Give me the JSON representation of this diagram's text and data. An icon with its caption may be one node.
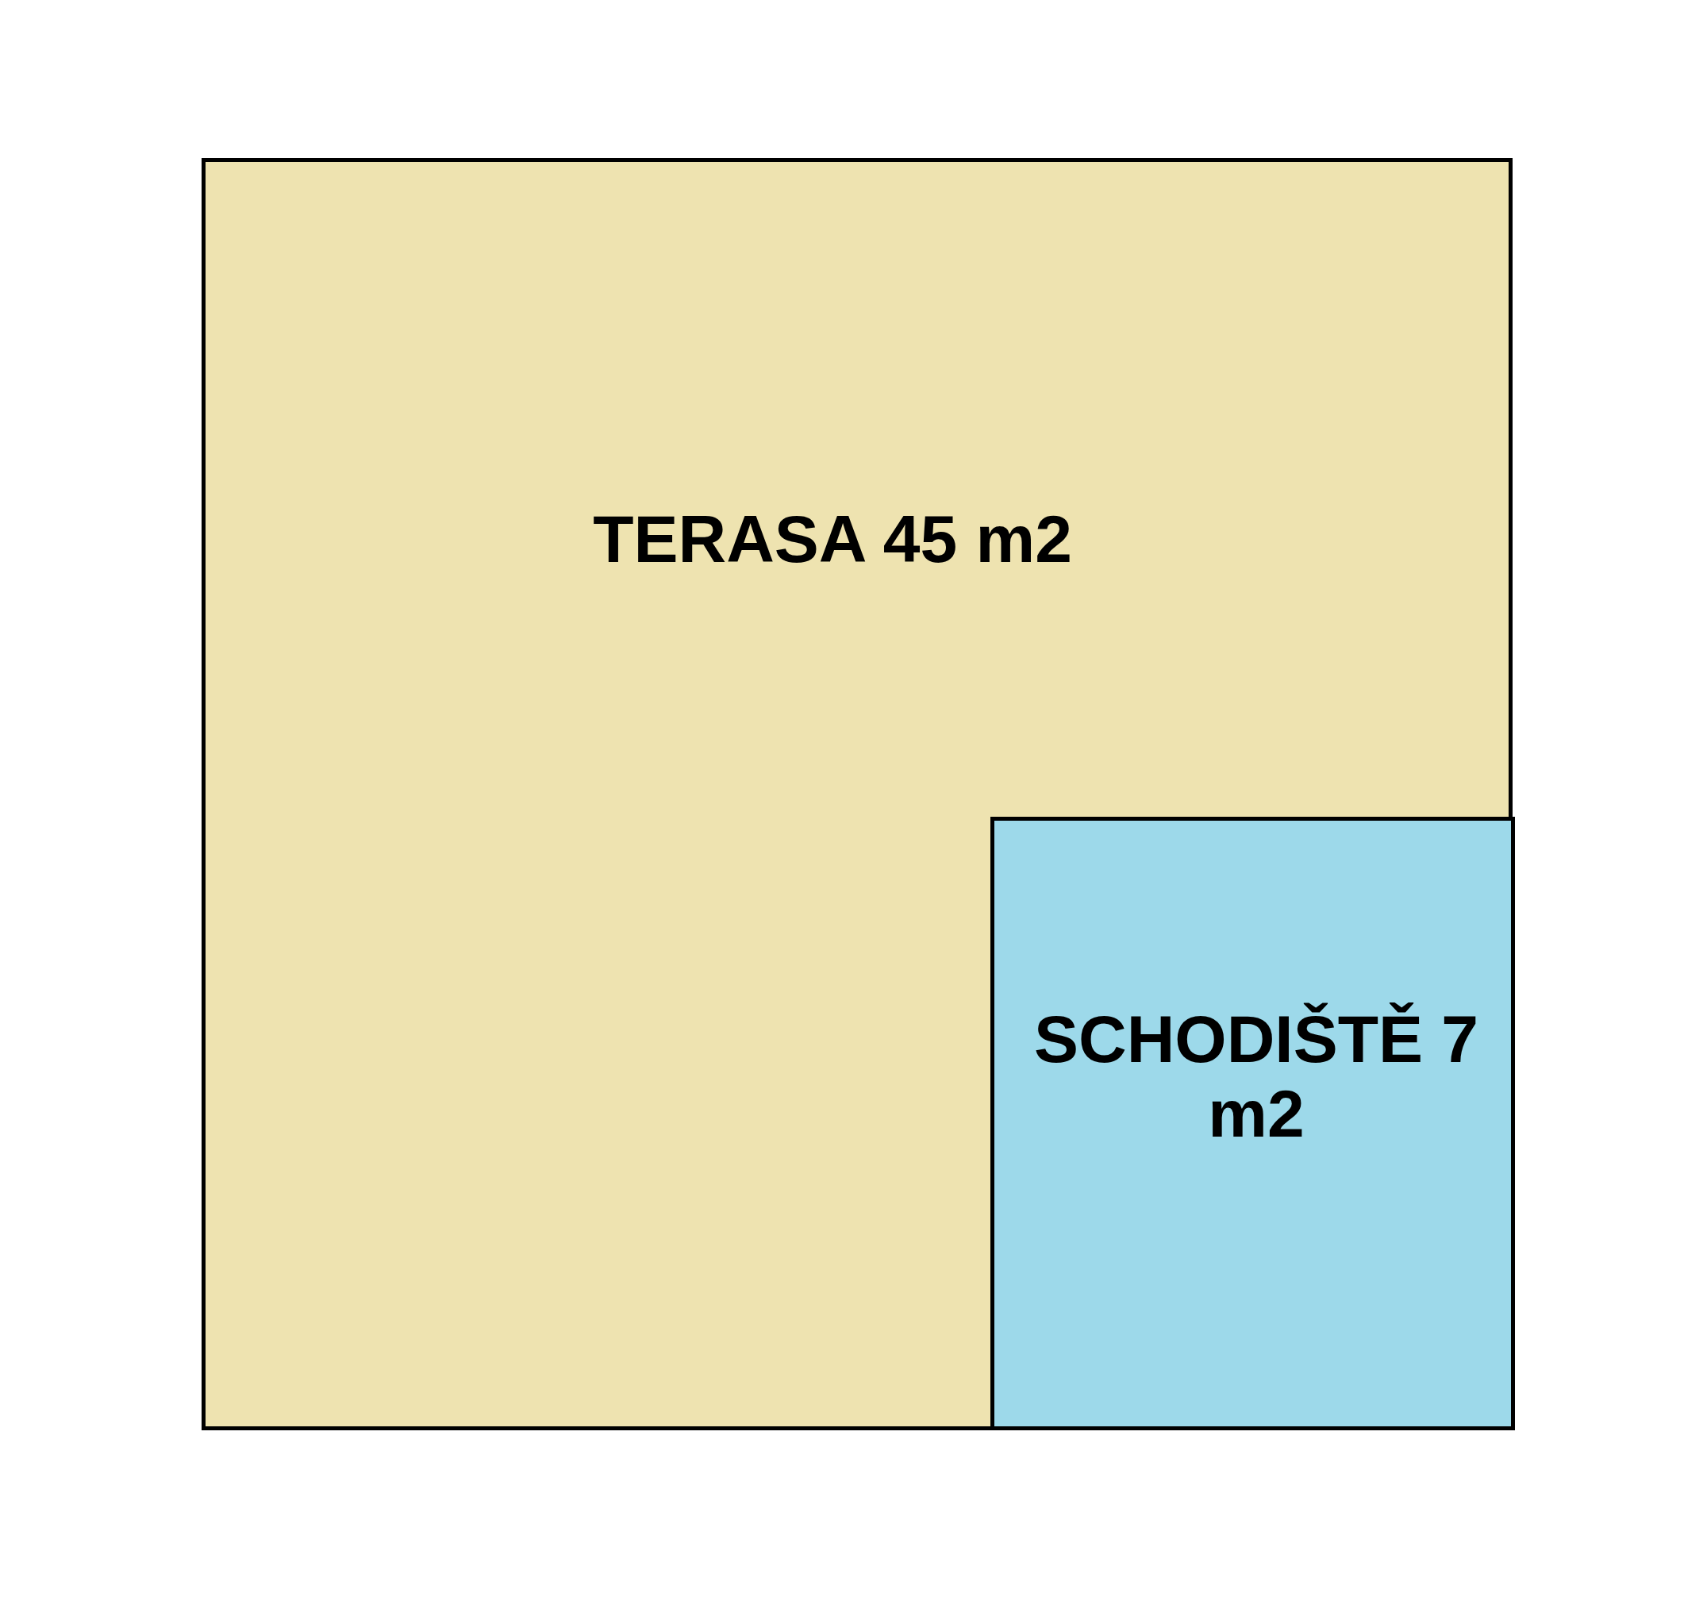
{
  "diagram": {
    "nodes": [
      {
        "text": [
          "TERASA 45 m2"
        ]
      },
      {
        "text": [
          "SCHODIŠTĚ 7 m2"
        ],
        "in": 0
      }
    ]
  }
}
